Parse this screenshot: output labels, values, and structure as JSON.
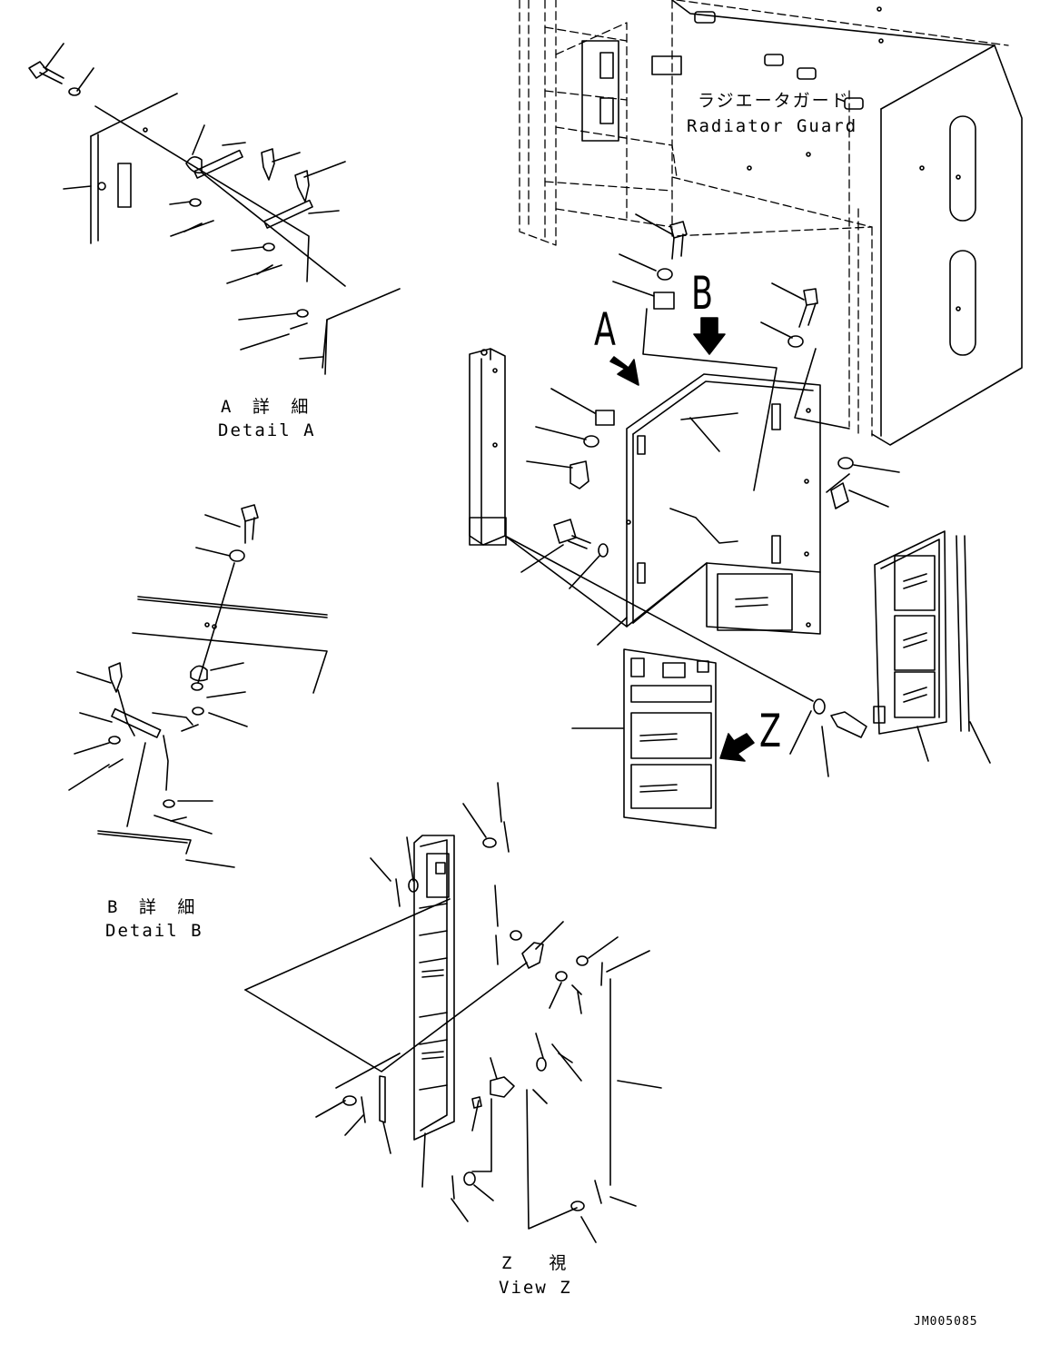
{
  "labels": {
    "radiator_guard_jp": "ラジエータガード",
    "radiator_guard_en": "Radiator Guard",
    "arrow_a": "A",
    "arrow_b": "B",
    "arrow_z": "Z",
    "detail_a_jp": "A 詳 細",
    "detail_a_en": "Detail A",
    "detail_b_jp": "B 詳 細",
    "detail_b_en": "Detail B",
    "view_z_jp": "Z  視",
    "view_z_en": "View Z",
    "drawing_code": "JM005085"
  }
}
